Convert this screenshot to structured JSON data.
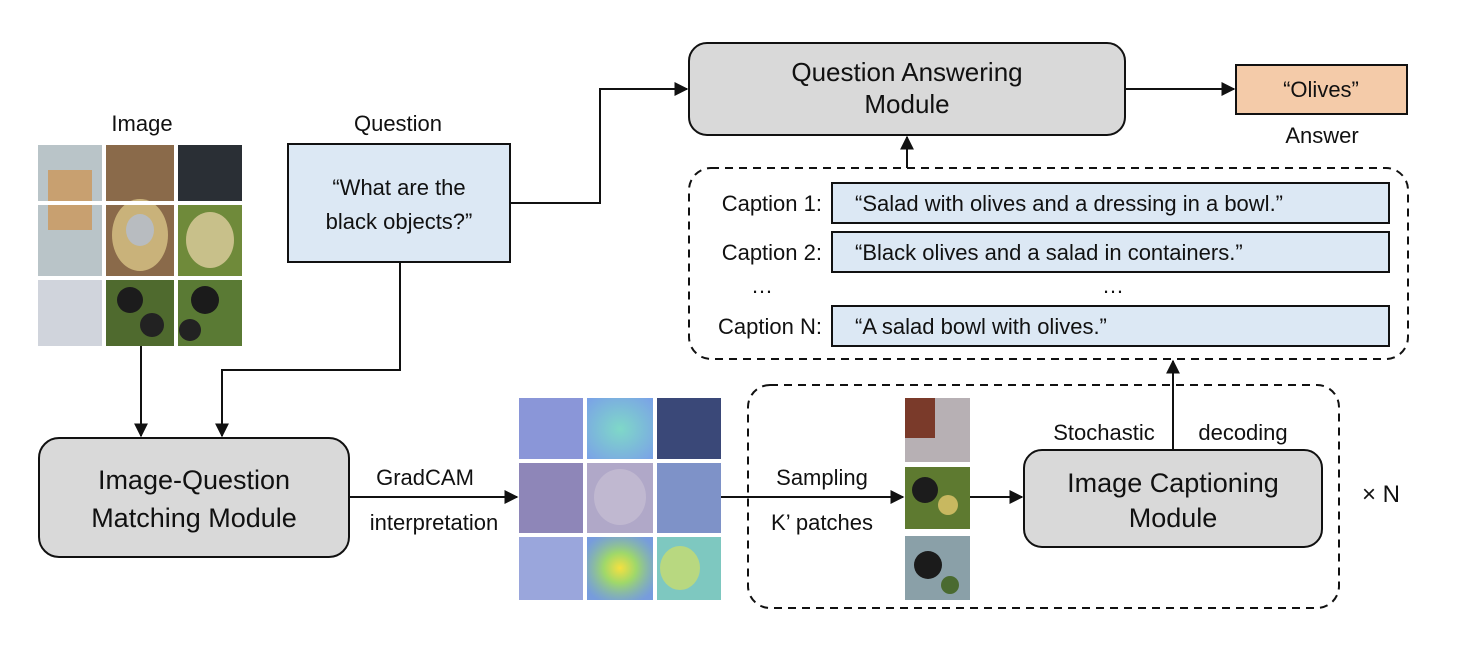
{
  "image_label": "Image",
  "question": {
    "label": "Question",
    "line1": "“What are the",
    "line2": "black objects?”"
  },
  "qa_module": {
    "line1": "Question Answering",
    "line2": "Module"
  },
  "answer": {
    "value": "“Olives”",
    "label": "Answer"
  },
  "captions": [
    {
      "label": "Caption 1:",
      "text": "“Salad with olives and a dressing in a bowl.”"
    },
    {
      "label": "Caption 2:",
      "text": "“Black olives and a salad in containers.”"
    },
    {
      "label": "Caption N:",
      "text": "“A salad bowl with olives.”"
    }
  ],
  "ellipsis": "…",
  "iqm_module": {
    "line1": "Image-Question",
    "line2": "Matching Module"
  },
  "gradcam": {
    "line1": "GradCAM",
    "line2": "interpretation"
  },
  "sampling": {
    "line1": "Sampling",
    "line2": "K’ patches"
  },
  "decoding": {
    "word1": "Stochastic",
    "word2": "decoding"
  },
  "ic_module": {
    "line1": "Image Captioning",
    "line2": "Module"
  },
  "repeat": "× N",
  "colors": {
    "module_fill": "#d9d9d9",
    "question_fill": "#dce8f4",
    "caption_fill": "#dce8f4",
    "answer_fill": "#f4cba9"
  }
}
